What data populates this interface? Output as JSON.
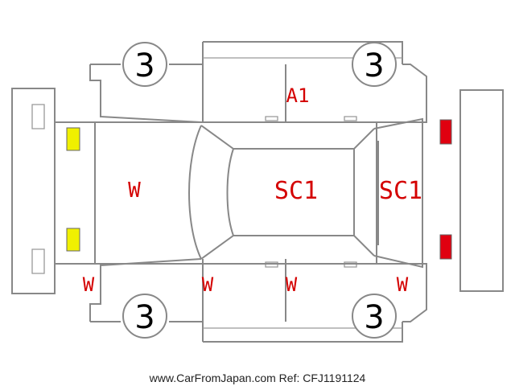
{
  "diagram": {
    "title": "Vehicle condition diagram",
    "roof_code": "SC1",
    "rear_glass_code": "SC1",
    "hood_code": "W",
    "upper_door_code": "A1",
    "lower_codes": {
      "front_fender": "W",
      "front_door": "W",
      "rear_door": "W",
      "rear_quarter": "W"
    },
    "tire_ratings": {
      "front_left": "3",
      "rear_left": "3",
      "front_right": "3",
      "rear_right": "3"
    },
    "lamp_colors": {
      "front": "#f0f000",
      "rear": "#e00010"
    }
  },
  "footer": {
    "source": "www.CarFromJapan.com Ref: CFJ1191124"
  }
}
